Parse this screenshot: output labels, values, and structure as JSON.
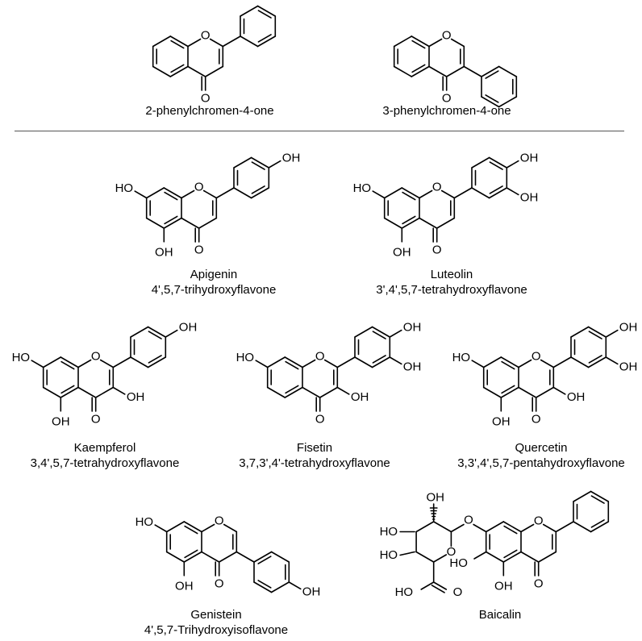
{
  "colors": {
    "ink": "#000000",
    "divider": "#555555",
    "background": "#ffffff"
  },
  "atoms": {
    "O": "O",
    "OH": "OH",
    "HO": "HO"
  },
  "structures": [
    {
      "id": "flavone",
      "name": "2-phenylchromen-4-one",
      "systematic": ""
    },
    {
      "id": "isoflavone",
      "name": "3-phenylchromen-4-one",
      "systematic": ""
    },
    {
      "id": "apigenin",
      "name": "Apigenin",
      "systematic": "4',5,7-trihydroxyflavone"
    },
    {
      "id": "luteolin",
      "name": "Luteolin",
      "systematic": "3',4',5,7-tetrahydroxyflavone"
    },
    {
      "id": "kaempferol",
      "name": "Kaempferol",
      "systematic": "3,4',5,7-tetrahydroxyflavone"
    },
    {
      "id": "fisetin",
      "name": "Fisetin",
      "systematic": "3,7,3',4'-tetrahydroxyflavone"
    },
    {
      "id": "quercetin",
      "name": "Quercetin",
      "systematic": "3,3',4',5,7-pentahydroxyflavone"
    },
    {
      "id": "genistein",
      "name": "Genistein",
      "systematic": "4',5,7-Trihydroxyisoflavone"
    },
    {
      "id": "baicalin",
      "name": "Baicalin",
      "systematic": ""
    }
  ]
}
